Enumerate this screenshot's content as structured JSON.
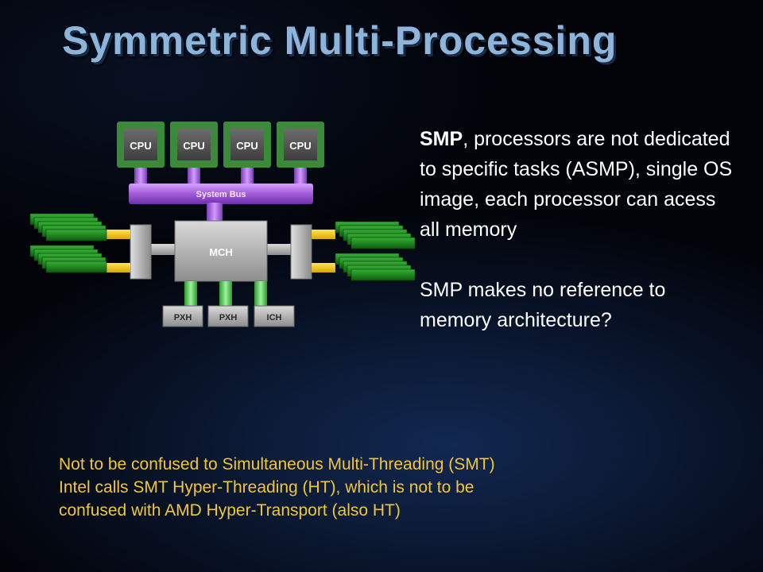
{
  "slide": {
    "title": "Symmetric Multi-Processing"
  },
  "diagram": {
    "cpus": [
      "CPU",
      "CPU",
      "CPU",
      "CPU"
    ],
    "system_bus": "System Bus",
    "mch": "MCH",
    "bridges": [
      "PXH",
      "PXH",
      "ICH"
    ]
  },
  "body": {
    "para1_bold": "SMP",
    "para1_rest": ", processors are not dedicated to specific tasks (ASMP), single OS image, each processor can acess all memory",
    "para2": "SMP makes no reference to memory architecture?"
  },
  "note": {
    "line1": "Not to be confused to Simultaneous Multi-Threading (SMT)",
    "line2": "Intel calls SMT Hyper-Threading (HT), which is not to be",
    "line3": "confused with AMD Hyper-Transport (also HT)"
  },
  "colors": {
    "title": "#8fb4da",
    "body_text": "#ffffff",
    "note_text": "#f2c63a",
    "cpu_frame": "#3a8a3a",
    "system_bus": "#a35bd8",
    "memory_link": "#f2c200",
    "bridge_link": "#55d055"
  }
}
